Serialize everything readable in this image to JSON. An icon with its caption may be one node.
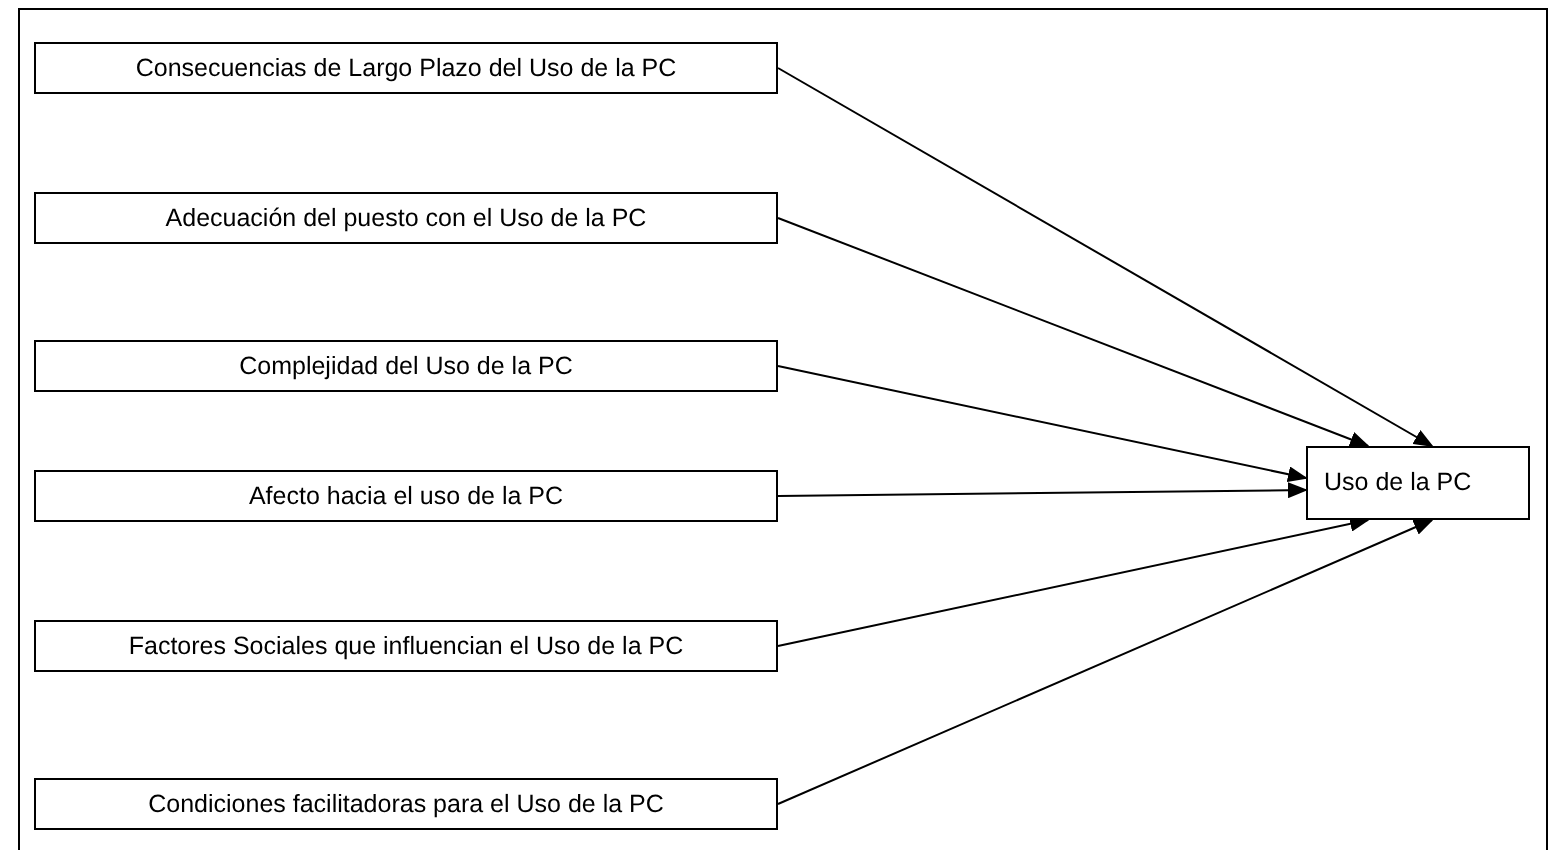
{
  "diagram": {
    "nodes": [
      {
        "text": [
          "Consecuencias de Largo Plazo del Uso de la PC"
        ]
      },
      {
        "text": [
          "Adecuación del puesto con el Uso de la PC"
        ]
      },
      {
        "text": [
          "Complejidad del Uso de la PC"
        ]
      },
      {
        "text": [
          "Afecto hacia el uso de la PC"
        ]
      },
      {
        "text": [
          "Factores Sociales que influencian el Uso de la PC"
        ]
      },
      {
        "text": [
          "Condiciones facilitadoras para el Uso de la PC"
        ]
      },
      {
        "text": [
          "Uso de la PC"
        ]
      }
    ],
    "edges": [
      {
        "from": 0,
        "to": 6,
        "arrow": "to"
      },
      {
        "from": 1,
        "to": 6,
        "arrow": "to"
      },
      {
        "from": 2,
        "to": 6,
        "arrow": "to"
      },
      {
        "from": 3,
        "to": 6,
        "arrow": "to"
      },
      {
        "from": 4,
        "to": 6,
        "arrow": "to"
      },
      {
        "from": 5,
        "to": 6,
        "arrow": "to"
      }
    ]
  }
}
